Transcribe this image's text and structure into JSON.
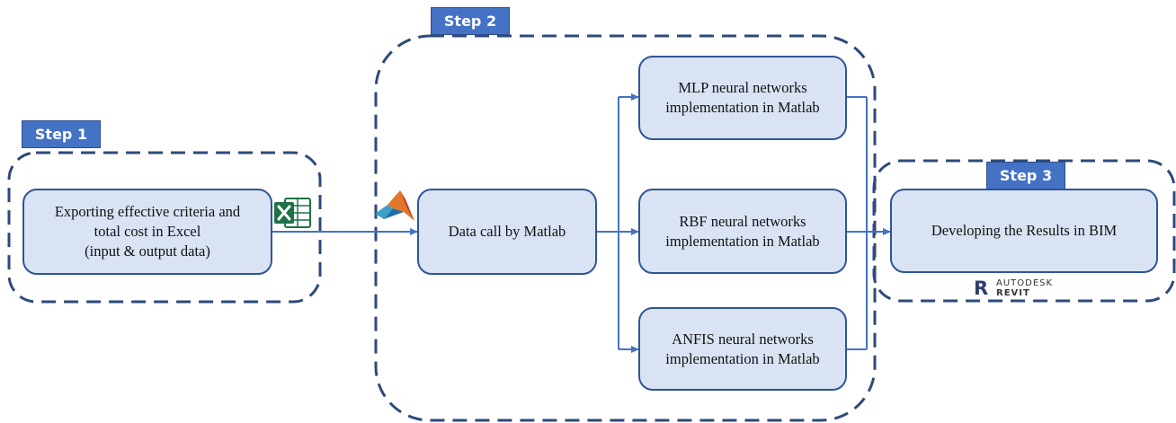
{
  "steps": {
    "step1": "Step 1",
    "step2": "Step 2",
    "step3": "Step 3"
  },
  "nodes": {
    "export": [
      "Exporting effective criteria and",
      "total cost in Excel",
      "(input & output data)"
    ],
    "datacall": [
      "Data call by Matlab"
    ],
    "mlp": [
      "MLP neural networks",
      "implementation in Matlab"
    ],
    "rbf": [
      "RBF neural networks",
      "implementation in Matlab"
    ],
    "anfis": [
      "ANFIS neural networks",
      "implementation in Matlab"
    ],
    "bim": [
      "Developing the Results in BIM"
    ]
  },
  "logos": {
    "excel_icon": "excel-icon",
    "matlab_icon": "matlab-icon",
    "revit": {
      "line1": "AUTODESK",
      "line2": "REVIT",
      "icon": "revit-icon"
    }
  },
  "colors": {
    "node_fill": "#dae3f3",
    "node_border": "#2e5597",
    "tab_fill": "#4472c4",
    "dashed_border": "#2e4a7a",
    "arrow": "#4472c4"
  }
}
